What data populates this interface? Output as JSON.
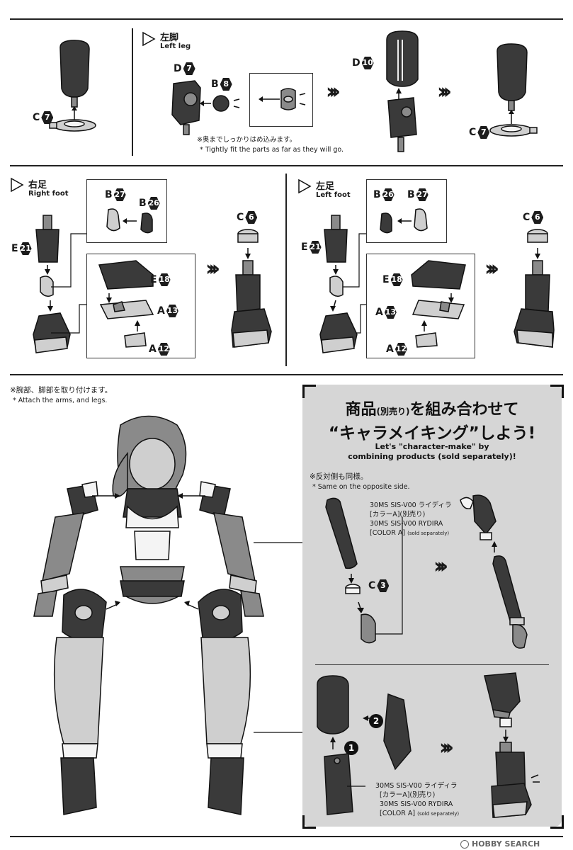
{
  "left_leg": {
    "title_jp": "左脚",
    "title_en": "Left leg",
    "note_jp": "※奥までしっかりはめ込みます。",
    "note_en": "* Tightly fit the parts as far as they will go.",
    "parts": {
      "c7": {
        "letter": "C",
        "num": "7"
      },
      "d7": {
        "letter": "D",
        "num": "7"
      },
      "b8": {
        "letter": "B",
        "num": "8"
      },
      "d10": {
        "letter": "D",
        "num": "10"
      },
      "c7b": {
        "letter": "C",
        "num": "7"
      }
    }
  },
  "right_foot": {
    "title_jp": "右足",
    "title_en": "Right foot",
    "parts": {
      "b27": {
        "letter": "B",
        "num": "27"
      },
      "b26": {
        "letter": "B",
        "num": "26"
      },
      "c6": {
        "letter": "C",
        "num": "6"
      },
      "e21": {
        "letter": "E",
        "num": "21"
      },
      "e18": {
        "letter": "E",
        "num": "18"
      },
      "a13": {
        "letter": "A",
        "num": "13"
      },
      "a12": {
        "letter": "A",
        "num": "12"
      }
    }
  },
  "left_foot": {
    "title_jp": "左足",
    "title_en": "Left foot",
    "parts": {
      "b26": {
        "letter": "B",
        "num": "26"
      },
      "b27": {
        "letter": "B",
        "num": "27"
      },
      "c6": {
        "letter": "C",
        "num": "6"
      },
      "e21": {
        "letter": "E",
        "num": "21"
      },
      "e18": {
        "letter": "E",
        "num": "18"
      },
      "a13": {
        "letter": "A",
        "num": "13"
      },
      "a12": {
        "letter": "A",
        "num": "12"
      }
    }
  },
  "attach": {
    "note_jp": "※腕部、脚部を取り付けます。",
    "note_en": "* Attach the arms, and legs."
  },
  "panel": {
    "title_jp_1a": "商品",
    "title_jp_1b": "(別売り)",
    "title_jp_1c": "を組み合わせて",
    "title_jp_2": "“キャラメイキング”しよう!",
    "title_en_1": "Let's \"character-make\" by",
    "title_en_2": "combining products (sold separately)!",
    "note_jp": "※反対側も同様。",
    "note_en": "* Same on the opposite side.",
    "product_a": {
      "l1": "30MS SIS-V00 ライディラ",
      "l2": "[カラーA](別売り)",
      "l3": "30MS SIS-V00 RYDIRA",
      "l4": "[COLOR A]",
      "l4s": "(sold separately)"
    },
    "c3": {
      "letter": "C",
      "num": "3"
    },
    "step1": "1",
    "step2": "2",
    "product_b": {
      "l1": "30MS SIS-V00 ライディラ",
      "l2": "[カラーA](別売り)",
      "l3": "30MS SIS-V00 RYDIRA",
      "l4": "[COLOR A]",
      "l4s": "(sold separately)"
    }
  },
  "watermark": "HOBBY SEARCH"
}
